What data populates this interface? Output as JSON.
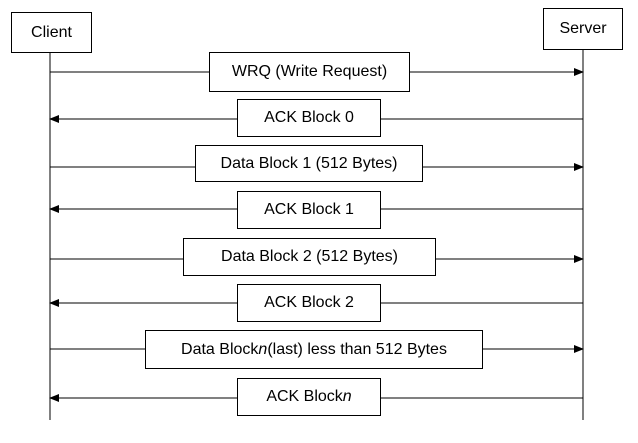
{
  "participants": {
    "client": "Client",
    "server": "Server"
  },
  "messages": [
    {
      "direction": "client-to-server",
      "text": "WRQ (Write Request)"
    },
    {
      "direction": "server-to-client",
      "text": "ACK Block 0"
    },
    {
      "direction": "client-to-server",
      "text": "Data Block 1 (512 Bytes)"
    },
    {
      "direction": "server-to-client",
      "text": "ACK Block 1"
    },
    {
      "direction": "client-to-server",
      "text": "Data Block 2 (512 Bytes)"
    },
    {
      "direction": "server-to-client",
      "text": "ACK Block 2"
    },
    {
      "direction": "client-to-server",
      "text_before": "Data Block ",
      "text_italic": "n",
      "text_after": " (last) less than 512 Bytes"
    },
    {
      "direction": "server-to-client",
      "text_before": "ACK Block ",
      "text_italic": "n",
      "text_after": ""
    }
  ]
}
